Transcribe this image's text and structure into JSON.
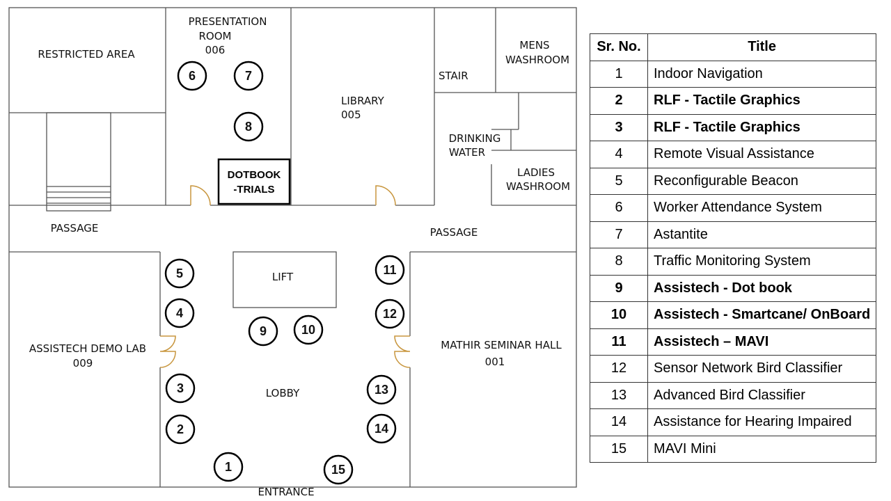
{
  "rooms": {
    "restricted": "RESTRICTED AREA",
    "presentation_line1": "PRESENTATION",
    "presentation_line2": "ROOM",
    "presentation_line3": "006",
    "library_line1": "LIBRARY",
    "library_line2": "005",
    "stair": "STAIR",
    "mens_line1": "MENS",
    "mens_line2": "WASHROOM",
    "drinking_line1": "DRINKING",
    "drinking_line2": "WATER",
    "ladies_line1": "LADIES",
    "ladies_line2": "WASHROOM",
    "dotbook_line1": "DOTBOOK",
    "dotbook_line2": "-TRIALS",
    "passage_left": "PASSAGE",
    "passage_right": "PASSAGE",
    "lift": "LIFT",
    "demo_lab_line1": "ASSISTECH DEMO LAB",
    "demo_lab_line2": "009",
    "seminar_line1": "MATHIR SEMINAR HALL",
    "seminar_line2": "001",
    "lobby": "LOBBY",
    "entrance": "ENTRANCE"
  },
  "markers": [
    "1",
    "2",
    "3",
    "4",
    "5",
    "6",
    "7",
    "8",
    "9",
    "10",
    "11",
    "12",
    "13",
    "14",
    "15"
  ],
  "legend": {
    "header_no": "Sr. No.",
    "header_title": "Title",
    "rows": [
      {
        "no": "1",
        "title": "Indoor Navigation",
        "bold": false
      },
      {
        "no": "2",
        "title": "RLF - Tactile Graphics",
        "bold": true
      },
      {
        "no": "3",
        "title": "RLF - Tactile Graphics",
        "bold": true
      },
      {
        "no": "4",
        "title": "Remote Visual Assistance",
        "bold": false
      },
      {
        "no": "5",
        "title": "Reconfigurable Beacon",
        "bold": false
      },
      {
        "no": "6",
        "title": "Worker Attendance System",
        "bold": false
      },
      {
        "no": "7",
        "title": "Astantite",
        "bold": false
      },
      {
        "no": "8",
        "title": "Traffic Monitoring System",
        "bold": false
      },
      {
        "no": "9",
        "title": "Assistech - Dot book",
        "bold": true
      },
      {
        "no": "10",
        "title": "Assistech - Smartcane/ OnBoard",
        "bold": true
      },
      {
        "no": "11",
        "title": "Assistech – MAVI",
        "bold": true
      },
      {
        "no": "12",
        "title": "Sensor Network Bird Classifier",
        "bold": false
      },
      {
        "no": "13",
        "title": "Advanced Bird Classifier",
        "bold": false
      },
      {
        "no": "14",
        "title": "Assistance for Hearing Impaired",
        "bold": false
      },
      {
        "no": "15",
        "title": "MAVI Mini",
        "bold": false
      }
    ]
  },
  "colors": {
    "wall": "#555555",
    "door": "#c8963e",
    "marker_stroke": "#000000"
  }
}
